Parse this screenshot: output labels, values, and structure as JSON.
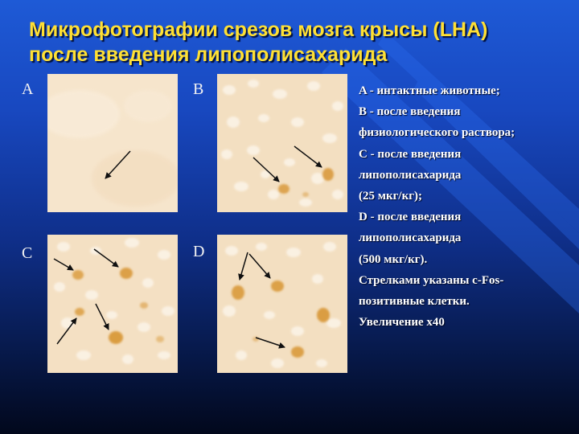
{
  "slide": {
    "title_line1": "Микрофотографии срезов мозга крысы (LHA)",
    "title_line2": "после введения липополисахарида",
    "panels": [
      {
        "label": "A"
      },
      {
        "label": "B"
      },
      {
        "label": "C"
      },
      {
        "label": "D"
      }
    ],
    "legend_lines": [
      "A - интактные животные;",
      "B - после введения",
      "физиологического раствора;",
      "C - после введения",
      "липополисахарида",
      "(25 мкг/кг);",
      "D - после введения",
      "липополисахарида",
      "(500 мкг/кг).",
      "Стрелками указаны c-Fos-",
      "позитивные клетки.",
      "Увеличение x40"
    ]
  },
  "colors": {
    "title": "#ffe033",
    "legend_text": "#ffffff",
    "panel_label": "#f2f2f2",
    "tissue": "#f7e6cf",
    "positive_cell": "#d89a3a",
    "arrow": "#101010"
  }
}
